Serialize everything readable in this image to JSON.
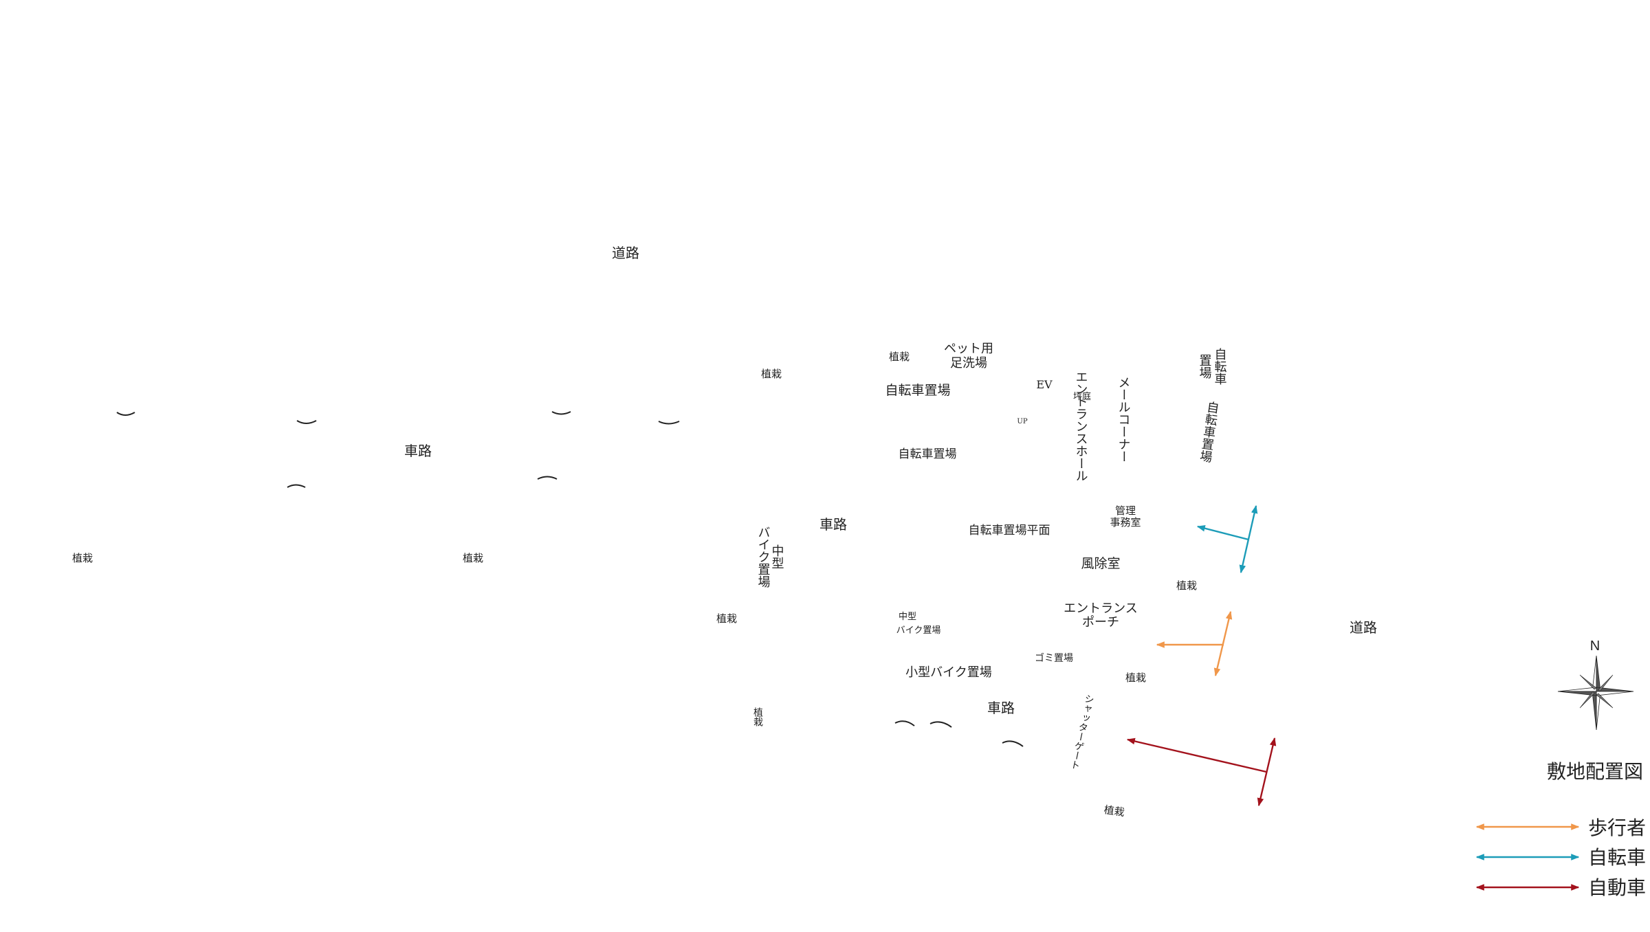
{
  "labels": {
    "road_north": "道路",
    "road_east": "道路",
    "carway_west": "車路",
    "carway_center": "車路",
    "carway_south": "車路",
    "planting_a": "植栽",
    "planting_b": "植栽",
    "planting_c": "植栽",
    "planting_d": "植栽",
    "planting_e": "植栽",
    "planting_f": "植栽",
    "planting_g": "植栽",
    "planting_h": "植栽",
    "planting_i": "植栽",
    "pet_wash": "ペット用\n足洗場",
    "bike_parking_1": "自転車置場",
    "bike_parking_2": "自転車置場",
    "bike_parking_plan": "自転車置場平面",
    "bike_parking_vertical_1": "自転車置場",
    "bike_parking_vertical_2": "自転車置場",
    "ev": "EV",
    "courtyard": "坪庭",
    "up": "UP",
    "entrance_hall": "エントランスホール",
    "mail_corner": "メールコーナー",
    "office": "管理\n事務室",
    "windbreak_room": "風除室",
    "entrance_porch": "エントランス\nポーチ",
    "garbage": "ゴミ置場",
    "medium_bike_vertical": "中型バイク置場",
    "medium_bike_small": "中型\nバイク置場",
    "small_bike": "小型バイク置場",
    "shutter_gate": "シャッターゲート"
  },
  "compass": {
    "label": "N"
  },
  "title": "敷地配置図",
  "legend": [
    {
      "label": "歩行者",
      "color": "#f0974a"
    },
    {
      "label": "自転車",
      "color": "#1c9cb8"
    },
    {
      "label": "自動車",
      "color": "#a3121c"
    }
  ]
}
